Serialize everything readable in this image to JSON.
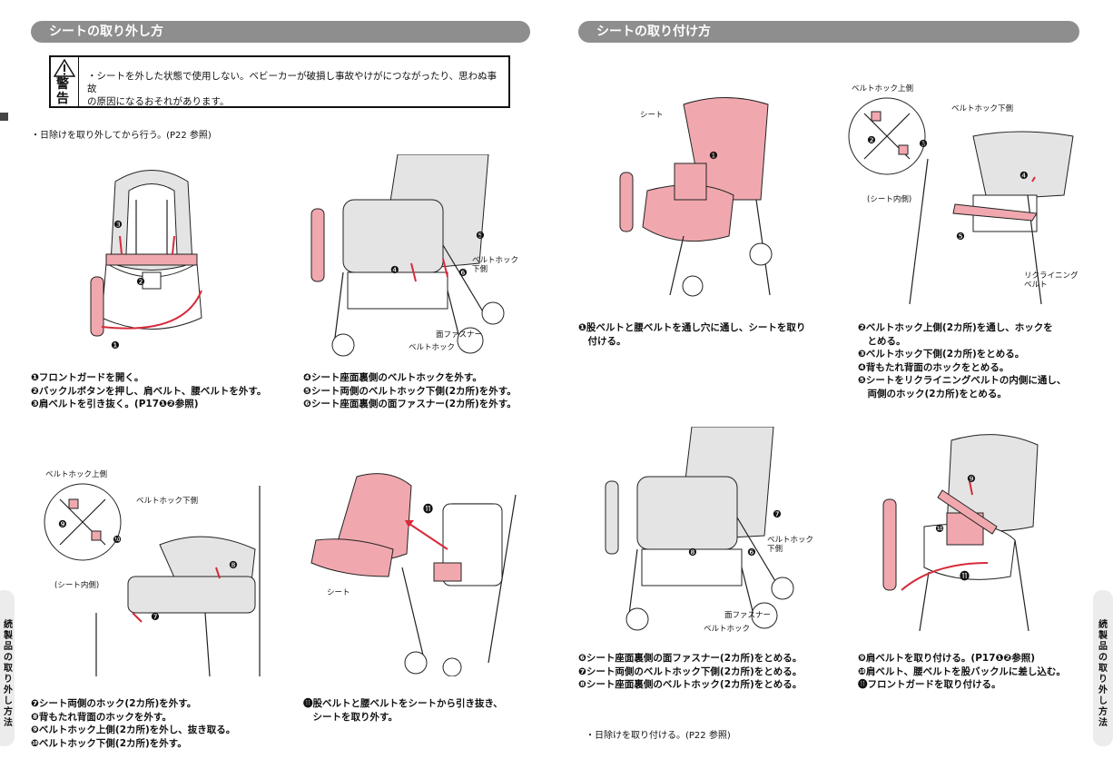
{
  "left_header": "シートの取り外し方",
  "right_header": "シートの取り付け方",
  "warning": {
    "icon_label": "警告",
    "text": "・シートを外した状態で使用しない。ベビーカーが破損し事故やけがにつながったり、思わぬ事故\nの原因になるおそれがあります。"
  },
  "left_note": "・日除けを取り外してから行う。(P22 参照)",
  "right_note": "・日除けを取り付ける。(P22 参照)",
  "captions": {
    "c1": "❶フロントガードを開く。\n❷バックルボタンを押し、肩ベルト、腰ベルトを外す。\n❸肩ベルトを引き抜く。(P17❶❷参照)",
    "c2": "❹シート座面裏側のベルトホックを外す。\n❺シート両側のベルトホック下側(2カ所)を外す。\n❻シート座面裏側の面ファスナー(2カ所)を外す。",
    "c3": "❼シート両側のホック(2カ所)を外す。\n❽背もたれ背面のホックを外す。\n❾ベルトホック上側(2カ所)を外し、抜き取る。\n❿ベルトホック下側(2カ所)を外す。",
    "c4": "⓫股ベルトと腰ベルトをシートから引き抜き、\n　シートを取り外す。",
    "c5": "❶股ベルトと腰ベルトを通し穴に通し、シートを取り\n　付ける。",
    "c6": "❷ベルトホック上側(2カ所)を通し、ホックを\n　とめる。\n❸ベルトホック下側(2カ所)をとめる。\n❹背もたれ背面のホックをとめる。\n❺シートをリクライニングベルトの内側に通し、\n　両側のホック(2カ所)をとめる。",
    "c7": "❻シート座面裏側の面ファスナー(2カ所)をとめる。\n❼シート両側のベルトホック下側(2カ所)をとめる。\n❽シート座面裏側のベルトホック(2カ所)をとめる。",
    "c8": "❾肩ベルトを取り付ける。(P17❶❷参照)\n❿肩ベルト、腰ベルトを股バックルに差し込む。\n⓫フロントガードを取り付ける。"
  },
  "labels": {
    "belt_hook_lower": "ベルトホック\n下側",
    "fastener": "面ファスナー",
    "belt_hook": "ベルトホック",
    "belt_hook_upper": "ベルトホック上側",
    "belt_hook_lower_single": "ベルトホック下側",
    "seat_inner": "(シート内側)",
    "seat": "シート",
    "reclining_belt": "リクライニング\nベルト"
  },
  "nums": {
    "n1": "❶",
    "n2": "❷",
    "n3": "❸",
    "n4": "❹",
    "n5": "❺",
    "n6": "❻",
    "n7": "❼",
    "n8": "❽",
    "n9": "❾",
    "n10": "❿",
    "n11": "⓫"
  },
  "side_tab_text": "続製品の取り外し方法"
}
